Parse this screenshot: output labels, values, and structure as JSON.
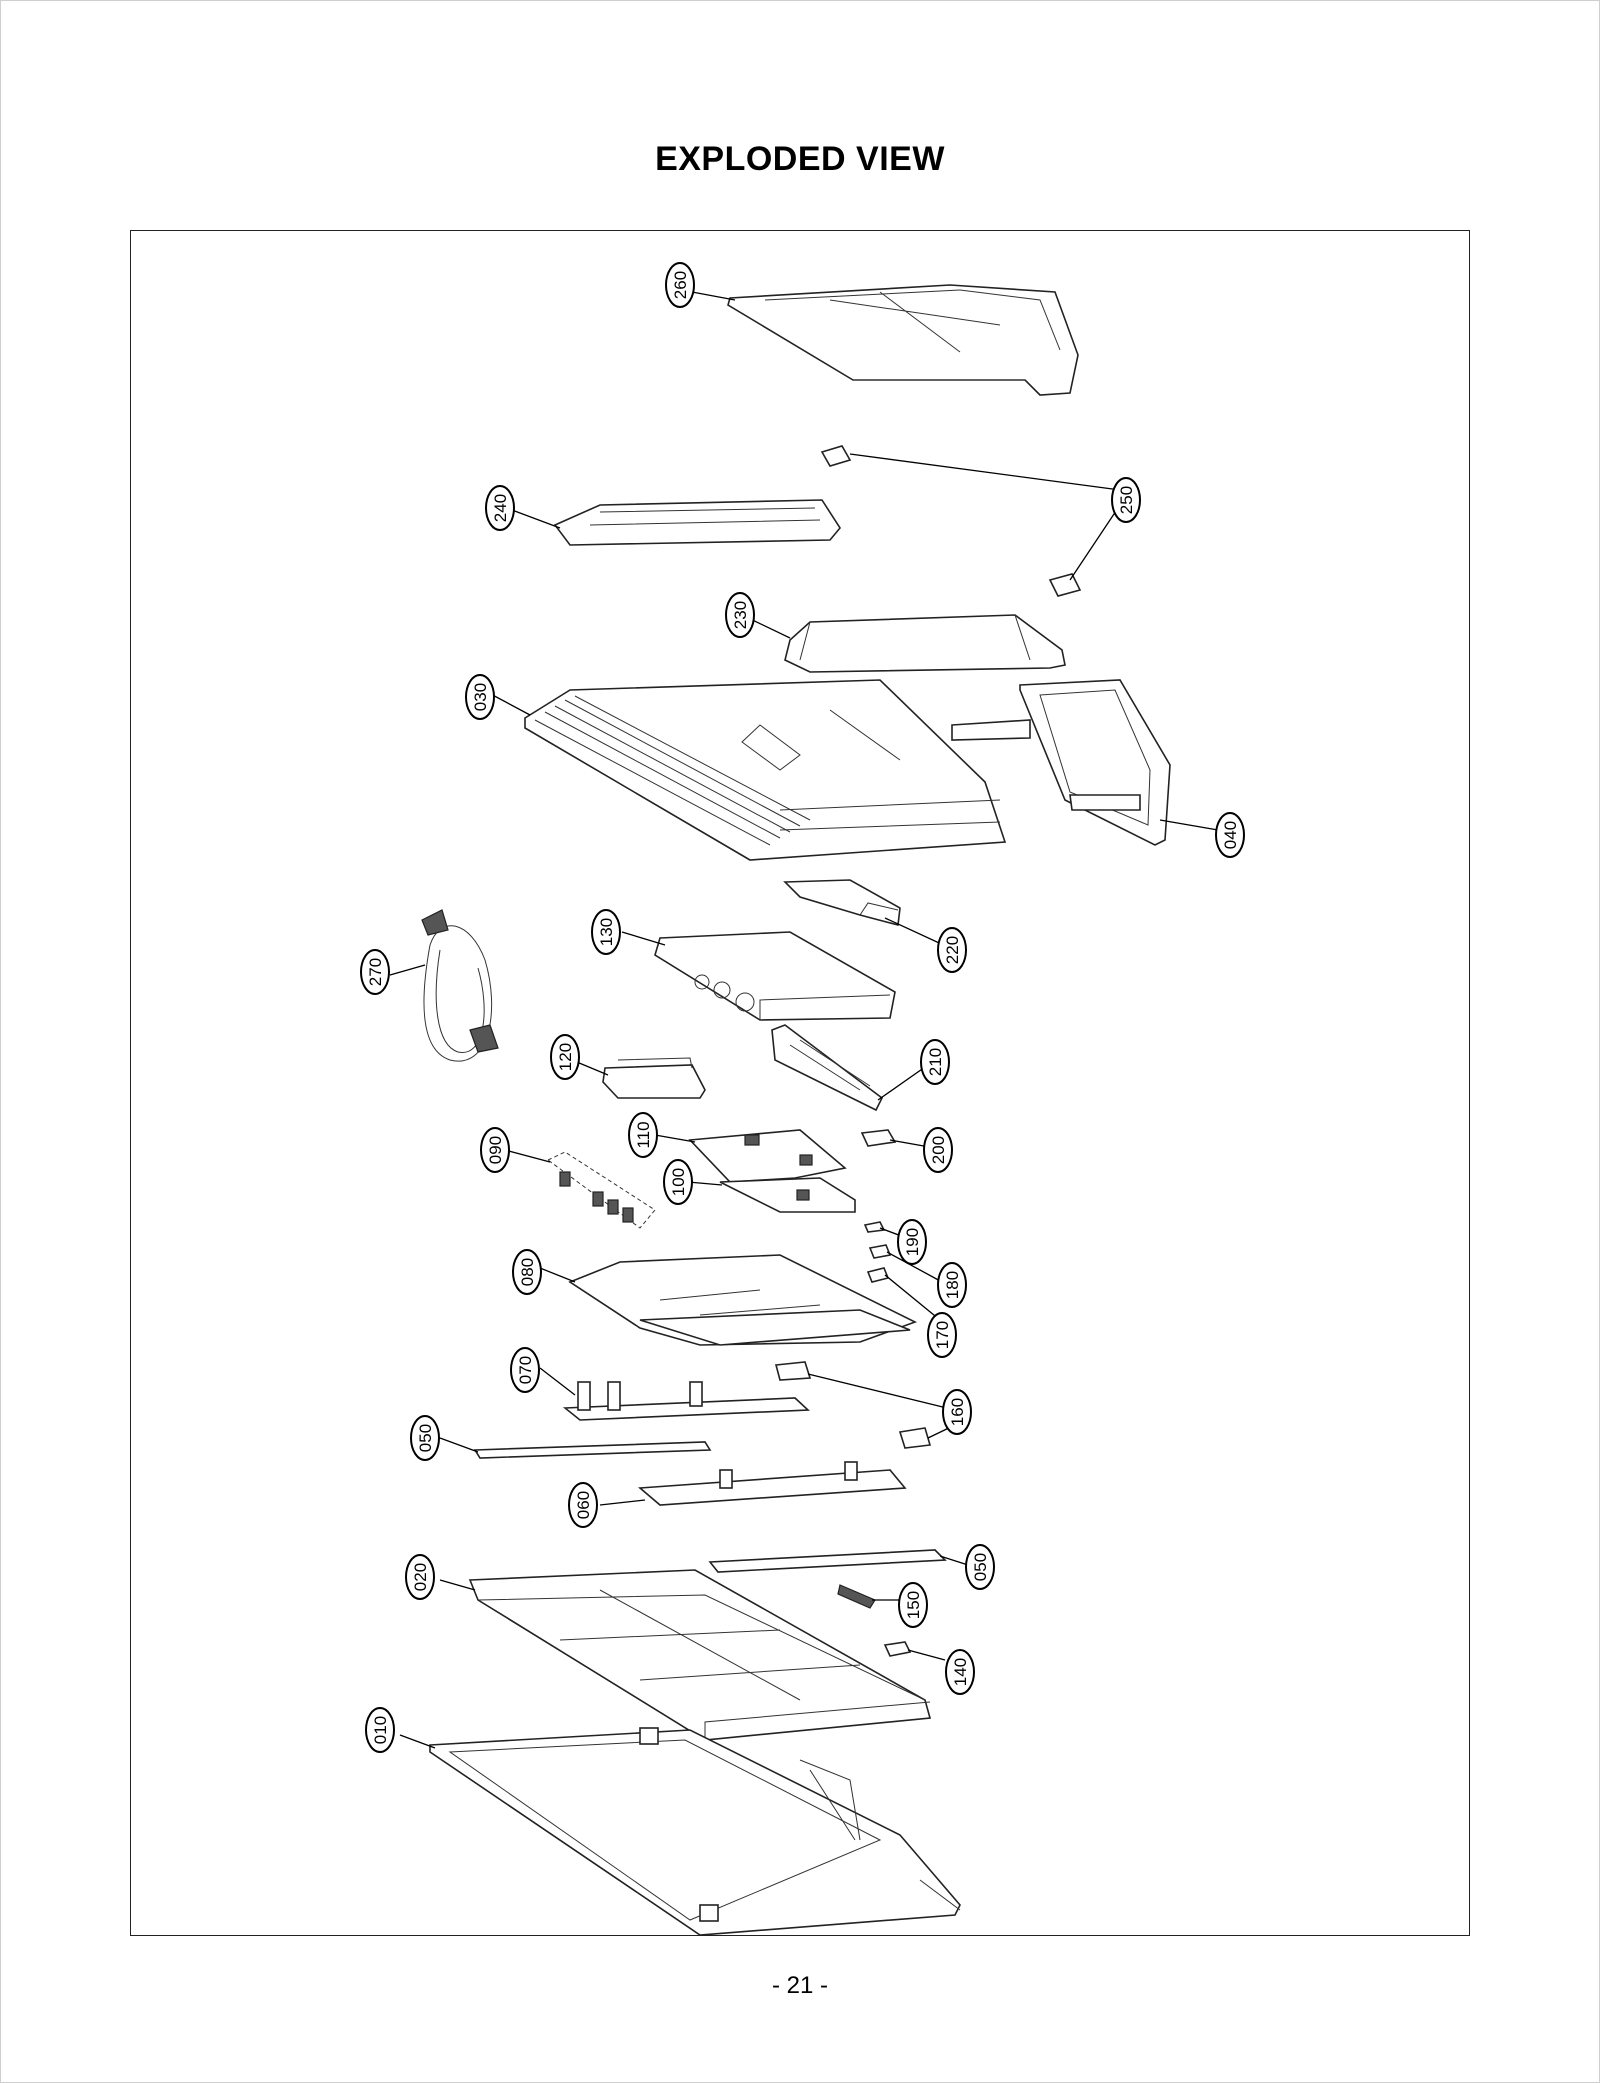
{
  "page": {
    "title": "EXPLODED VIEW",
    "page_number": "- 21 -"
  },
  "callouts": [
    {
      "id": "c010",
      "label": "010"
    },
    {
      "id": "c020",
      "label": "020"
    },
    {
      "id": "c030",
      "label": "030"
    },
    {
      "id": "c040",
      "label": "040"
    },
    {
      "id": "c050a",
      "label": "050"
    },
    {
      "id": "c050b",
      "label": "050"
    },
    {
      "id": "c060",
      "label": "060"
    },
    {
      "id": "c070",
      "label": "070"
    },
    {
      "id": "c080",
      "label": "080"
    },
    {
      "id": "c090",
      "label": "090"
    },
    {
      "id": "c100",
      "label": "100"
    },
    {
      "id": "c110",
      "label": "110"
    },
    {
      "id": "c120",
      "label": "120"
    },
    {
      "id": "c130",
      "label": "130"
    },
    {
      "id": "c140",
      "label": "140"
    },
    {
      "id": "c150",
      "label": "150"
    },
    {
      "id": "c160",
      "label": "160"
    },
    {
      "id": "c170",
      "label": "170"
    },
    {
      "id": "c180",
      "label": "180"
    },
    {
      "id": "c190",
      "label": "190"
    },
    {
      "id": "c200",
      "label": "200"
    },
    {
      "id": "c210",
      "label": "210"
    },
    {
      "id": "c220",
      "label": "220"
    },
    {
      "id": "c230",
      "label": "230"
    },
    {
      "id": "c240",
      "label": "240"
    },
    {
      "id": "c250",
      "label": "250"
    },
    {
      "id": "c260",
      "label": "260"
    },
    {
      "id": "c270",
      "label": "270"
    }
  ]
}
